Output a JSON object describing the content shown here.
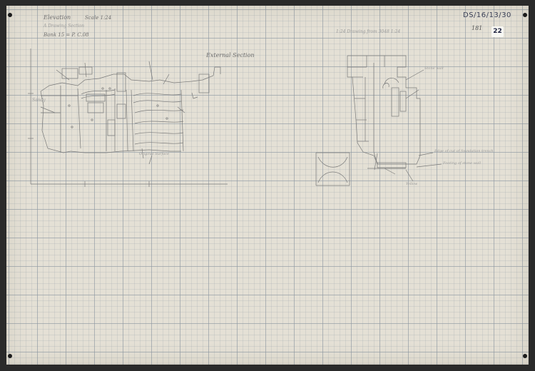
{
  "sheet": {
    "reference_number": "DS/16/13/30",
    "item_number": "22",
    "pencil_number": "181"
  },
  "notes": {
    "header_left": "Elevation",
    "header_scale": "Scale 1:24",
    "header_line2": "A Drawing Section",
    "header_line3": "Bank 15  = P. C.08",
    "section_title": "External Section",
    "right_header": "1:24 Drawing from 3048 1:24",
    "label_original_surface": "Original Surface",
    "label_stone_wall": "Stone wall",
    "label_foundation": "Edge of cut of foundation trench",
    "label_footing": "Footing of stone wall",
    "label_sandy": "Sandy",
    "label_yellow": "Yellow"
  },
  "colors": {
    "paper": "#e4e0d5",
    "grid": "#8c96a0",
    "pencil": "#6f6f6f",
    "ink": "#3a3f55"
  }
}
